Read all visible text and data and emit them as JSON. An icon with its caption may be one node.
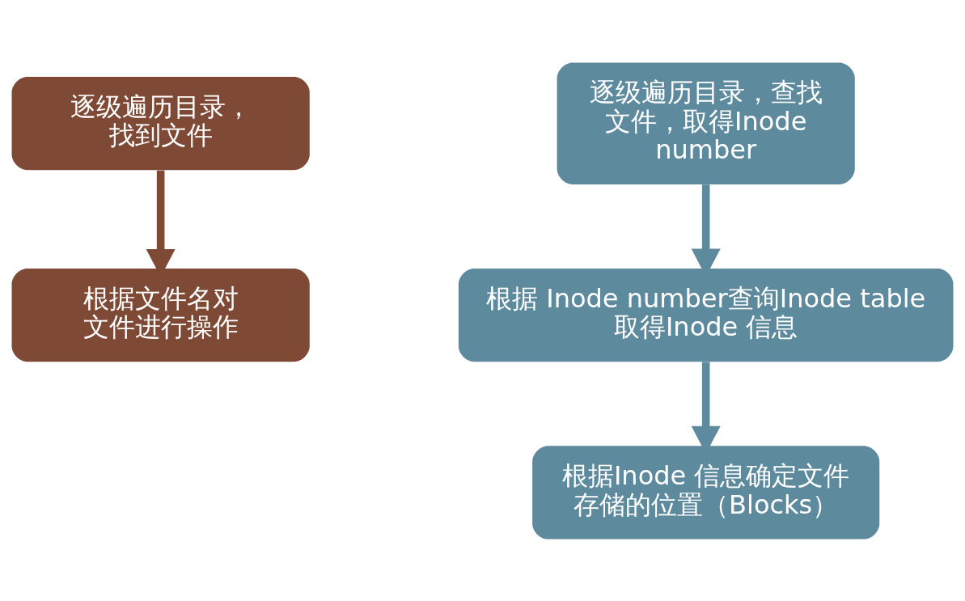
{
  "diagram": {
    "nodes": [
      {
        "text": [
          "逐级遍历目录，找到文件"
        ]
      },
      {
        "text": [
          "根据文件名对文件进行操作"
        ]
      },
      {
        "text": [
          "逐级遍历目录，查找文件，取得Inode number"
        ]
      },
      {
        "text": [
          "根据 Inode number查询Inode table 取得Inode 信息"
        ]
      },
      {
        "text": [
          "根据Inode 信息确定文件存储的位置（Blocks）"
        ]
      }
    ],
    "edges": [
      {
        "from": 0,
        "to": 1,
        "arrow": "to",
        "color": "#7f4a35"
      },
      {
        "from": 2,
        "to": 3,
        "arrow": "to"
      },
      {
        "from": 3,
        "to": 4,
        "arrow": "to"
      }
    ]
  }
}
